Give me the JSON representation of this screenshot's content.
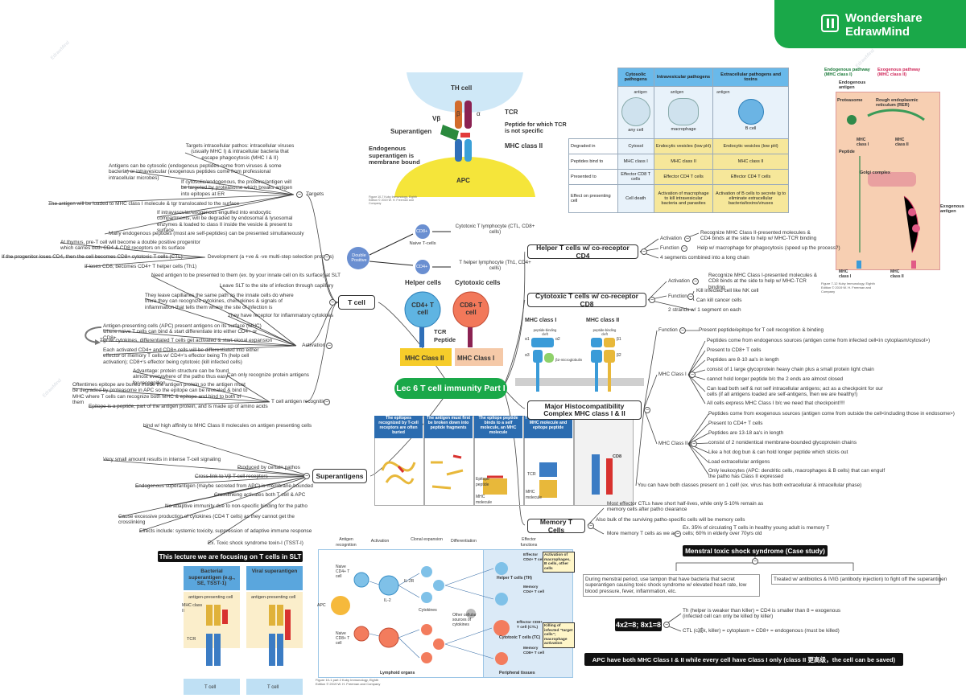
{
  "brand": {
    "line1": "Wondershare",
    "line2": "EdrawMind",
    "color": "#1aa849"
  },
  "central": "Lec 6 T cell immunity Part I",
  "tcell": {
    "title": "T cell",
    "targets": {
      "label": "Targets",
      "items": [
        "Targets intracellular pathos: intracellular viruses (usually MHC I) & intracellular bacteria that escape phagocytosis (MHC I & II)",
        "Antigens can be cytosolic (endogenous peptides come from viruses & some bacteria) or intravesicular (exogenous peptides come from professional intracellular microbes)",
        "If cytosolic/endogenous, the proteins/antigen will be targeted by proteasome which breaks antigen into epitopes at ER",
        "The antigen will be loaded to MHC class I molecule & tgr translocated to the surface",
        "If intravascular/exogenous engulfed into endocytic compartments, will be degraded by endosomal & lysosomal enzymes & loaded to class II inside the vesicle & present to surface",
        "Many endogenous peptides (most are self-peptides) can be presented simultaneously"
      ]
    },
    "development": {
      "label": "Development (a +ve & -ve multi-step selection process)",
      "items": [
        "At thymus, pre-T cell will become a double positive progenitor which carries both CD4 & CD8 receptors on its surface",
        "If the progenitor loses CD4, then the cell becomes CD8+ cytotoxic T cells (CTL)",
        "If loses CD8, becomes CD4+ T helper cells (Th1)"
      ]
    },
    "activation": {
      "label": "Activation",
      "items": [
        "Need antigen to be presented to them (ex. by your innate cell on its surface) at SLT",
        "Leave SLT to the site of infection through capillary",
        "They leave capillaries the same path as the innate cells do where there they can recognize cytokines, chemokines & signals of inflammation that tells them where the site of infection is",
        "They have receptor for inflammatory cytokines",
        "Antigen-presenting cells (APC) present antigens on its surface (MHC) where naive T cells can bind & start differentiate into either CD4+ or CD8+",
        "Tgr w/ cytokines, differentiated T cells get activated & start clonal expansion",
        "Each activated CD4+ and CD8+ cells will be differentiated into either effector or memory T cells w/ CD4+'s effector being Th (help cell activation); CD8+'s effector being cytotoxic (kill infected cells)"
      ]
    },
    "recognition": {
      "label": "T cell antigen recognition",
      "items": [
        "Advantage: protein structure can be found almost everywhere of the patho thus easy for recognition",
        "Can only recognize protein antigens",
        "Oftentimes epitope are buried inside the antigen protein so the antigen must be degraded by proteasome in APC so the epitope can be revealed & bind to MHC where T cells can recognize both MHC & epitope and bind to both of them",
        "Epitope is a peptide, part of the antigen protein, and is made up of amino acids"
      ]
    }
  },
  "superantigens": {
    "title": "Superantigens",
    "items": [
      "bind w/ high affinity to MHC Class II molecules on antigen presenting cells",
      "Very small amount results in intense T-cell signaling",
      "Produced by certain pathos",
      "Cross-link to Vβ T-cell receptors",
      "Endogenous superantigen (maybe secreted from APC) is membrane-bounded",
      "Crosslinking activates both T cell & APC",
      "No adaptive immunity due to non-specific binding for the patho",
      "Cause excessive production of cytokines (CD4 T cells) as they cannot get the crosslinking",
      "Effects include: systemic toxicity, suppression of adaptive immune response",
      "Ex. Toxic shock syndrome toxin-I (TSST-I)"
    ],
    "note": "This lecture we are focusing on T cells in SLT"
  },
  "helper": {
    "title": "Helper T cells w/ co-receptor CD4",
    "activation_label": "Activation",
    "activation": "Recognize MHC Class II-presented molecules & CD4 binds at the side to help w/ MHC-TCR binding",
    "function_label": "Function",
    "function": "Help w/ macrophage for phagocytosis (speed up the process?)",
    "structure": "4 segments combined into a long chain"
  },
  "cytotoxic": {
    "title": "Cytotoxic T cells w/ co-receptor CD8",
    "activation_label": "Activation",
    "activation": "Recognize MHC Class I-presented molecules & CD8 binds at the side to help w/ MHC-TCR binding",
    "function_label": "Function",
    "functions": [
      "Kill infected cell like NK cell",
      "Can kill cancer cells"
    ],
    "structure": "2 strands w/ 1 segment on each"
  },
  "mhc": {
    "title": "Major Histocompatibility Complex MHC class I & II",
    "function_label": "Function",
    "function": "Present peptide/epitope for T cell recognition & binding",
    "class1_label": "MHC Class I",
    "class1": [
      "Peptides come from endogenous sources (antigen come from infected cell<in cytoplasm/cytosol>)",
      "Present to CD8+ T cells",
      "Peptides are 8-10 aa's in length",
      "consist of 1 large glycoprotein heavy chain plus a small protein light chain",
      "cannot hold longer peptide b/c the 2 ends are almost closed",
      "Can load both self & not self intracellular antigens; act as a checkpoint for our cells (if all antigens loaded are self-antigens, then we are healthy!)",
      "All cells express MHC Class I b/c we need that checkpoint!!!!"
    ],
    "class2_label": "MHC Class II",
    "class2": [
      "Peptides come from exogenous sources (antigen come from outside the cell<including those in endosome>)",
      "Present to CD4+ T cells",
      "Peptides are 13-18 aa's in length",
      "consist of 2 nonidentical membrane-bounded glycoprotein chains",
      "Like a hot dog bun & can hold longer peptide which sticks out",
      "Load extracellular antigens",
      "Only leukocytes (APC: dendritic cells, macrophages & B cells) that can engulf the patho has Class II expressed"
    ],
    "both": "You can have both classes present on 1 cell! (ex. virus has both extracellular & intracellular phase)"
  },
  "memory": {
    "title": "Memory T Cells",
    "items": [
      "Most effector CTLs have short half-lives, while only 5-10% remain as memory cells after patho clearance",
      "Also bulk of the surviving patho-specific cells will be memory cells",
      "More memory T cells as we age",
      "Ex. 35% of circulating T cells in healthy young adult is memory T cells; 60% in elderly over 70yrs old"
    ]
  },
  "menstral": {
    "title": "Menstral toxic shock syndrome (Case study)",
    "cause": "During menstral period, use tampon that have bacteria that secret superantigen causing toxic shock syndrome w/ elevated heart rate, low blood pressure, fever, inflammation, etc.",
    "treatment": "Treated w/ antibiotics & IVIG (antibody injection) to fight off the superantigen"
  },
  "mnemonic": {
    "label": "4x2=8; 8x1=8",
    "items": [
      "Th (helper is weaker than killer) = CD4 is smaller than 8 = exogenous (infected cell can only be killed by killer)",
      "CTL (c减k, killer) = cytoplasm = CD8+ = endogenous (must be killed)"
    ]
  },
  "apc_note": "APC have both MHC Class I & II while every cell have Class I only (class II 更高级，the cell can be saved)",
  "fig_superantigen": {
    "th_cell": "TH cell",
    "vbeta": "Vβ",
    "alpha": "α",
    "beta": "β",
    "tcr": "TCR",
    "superantigen": "Superantigen",
    "peptide": "Peptide for which TCR is not specific",
    "mhc2": "MHC class II",
    "endogenous": "Endogenous superantigen is membrane bound",
    "apc": "APC",
    "caption": "Figure 10-7 Kuby Immunology, Eighth Edition © 2019 W. H. Freeman and Company"
  },
  "fig_tcells": {
    "double_positive": "Double Positive",
    "naive": "Naive T-cells",
    "cd8": "CD8+",
    "cd4": "CD4+",
    "ctl": "Cytotoxic T lymphocyte (CTL, CD8+ cells)",
    "thl": "T helper lymphocyte (Th1, CD4+ cells)",
    "helper_cells": "Helper cells",
    "cytotoxic_cells": "Cytotoxic cells",
    "cd4_cell": "CD4+ T cell",
    "cd8_cell": "CD8+ T cell",
    "tcr": "TCR",
    "peptide": "Peptide",
    "mhc2": "MHC Class II",
    "mhc1": "MHC Class I"
  },
  "fig_table": {
    "headers": [
      "Cytosolic pathogens",
      "Intravesicular pathogens",
      "Extracellular pathogens and toxins"
    ],
    "pictures": [
      "any cell",
      "macrophage",
      "B cell"
    ],
    "picture_tags": [
      "antigen",
      "antigen",
      "antigen"
    ],
    "rows": [
      [
        "Degraded in",
        "Cytosol",
        "Endocytic vesicles (low pH)",
        "Endocytic vesicles (low pH)"
      ],
      [
        "Peptides bind to",
        "MHC class I",
        "MHC class II",
        "MHC class II"
      ],
      [
        "Presented to",
        "Effector CD8 T cells",
        "Effector CD4 T cells",
        "Effector CD4 T cells"
      ],
      [
        "Effect on presenting cell",
        "Cell death",
        "Activation of macrophage to kill intravesicular bacteria and parasites",
        "Activation of B cells to secrete Ig to eliminate extracellular bacteria/toxins/viruses"
      ]
    ]
  },
  "fig_pathway": {
    "endogenous": "Endogenous pathway (MHC class I)",
    "exogenous": "Exogenous pathway (MHC class II)",
    "endo_antigen": "Endogenous antigen",
    "proteasome": "Proteasome",
    "rer": "Rough endoplasmic reticulum (RER)",
    "peptide": "Peptide",
    "mhc1": "MHC class I",
    "mhc2": "MHC class II",
    "golgi": "Golgi complex",
    "exo_antigen": "Exogenous antigen",
    "bottom_mhc1": "MHC class I",
    "bottom_mhc2": "MHC class II",
    "caption": "Figure 7-12 Kuby Immunology, Eighth Edition © 2019 W. H. Freeman and Company"
  },
  "fig_mhc": {
    "class1": "MHC class I",
    "class2": "MHC class II",
    "cleft": "peptide-binding cleft",
    "b2m": "β2-microglobulin",
    "a1": "α1",
    "a2": "α2",
    "a3": "α3",
    "b1": "β1",
    "b2": "β2"
  },
  "fig_epitopes": {
    "panels": [
      "The epitopes recognized by T-cell receptors are often buried",
      "The antigen must first be broken down into peptide fragments",
      "The epitope peptide binds to a self molecule, an MHC molecule",
      "T binds to a complex of MHC molecule and epitope peptide"
    ],
    "labels": [
      "Epitope peptide",
      "MHC molecule",
      "TCR",
      "MHC molecule",
      "CD8"
    ]
  },
  "fig_bacterial": {
    "bacterial": "Bacterial superantigen (e.g., SE, TSST-1)",
    "viral": "Viral superantigen",
    "apc": "antigen-presenting cell",
    "mhc2": "MHC class II",
    "tcr": "TCR",
    "tcell": "T cell"
  },
  "fig_activation": {
    "headers": [
      "Antigen recognition",
      "Activation",
      "Clonal expansion",
      "Differentiation",
      "Effector functions"
    ],
    "apc": "APC",
    "naive_cd4": "Naive CD4+ T cell",
    "naive_cd8": "Naive CD8+ T cell",
    "il2": "IL-2",
    "il2r": "IL-2R",
    "cytokines": "Cytokines",
    "other_sources": "Other cellular sources of cytokines",
    "effector_cd4": "Effector CD4+ T cell",
    "helper_th": "Helper T cells (TH)",
    "memory_cd4": "Memory CD4+ T cell",
    "effector_cd8": "Effector CD8+ T cell (CTL)",
    "cytotoxic_tc": "Cytotoxic T cells (TC)",
    "memory_cd8": "Memory CD8+ T cell",
    "act_box": "Activation of macrophages, B cells, other cells",
    "kill_box": "Killing of infected \"target cells\"; macrophage activation",
    "lymphoid": "Lymphoid organs",
    "peripheral": "Peripheral tissues",
    "caption": "Figure 10-1 part 2 Kuby Immunology, Eighth Edition © 2019 W. H. Freeman and Company"
  }
}
